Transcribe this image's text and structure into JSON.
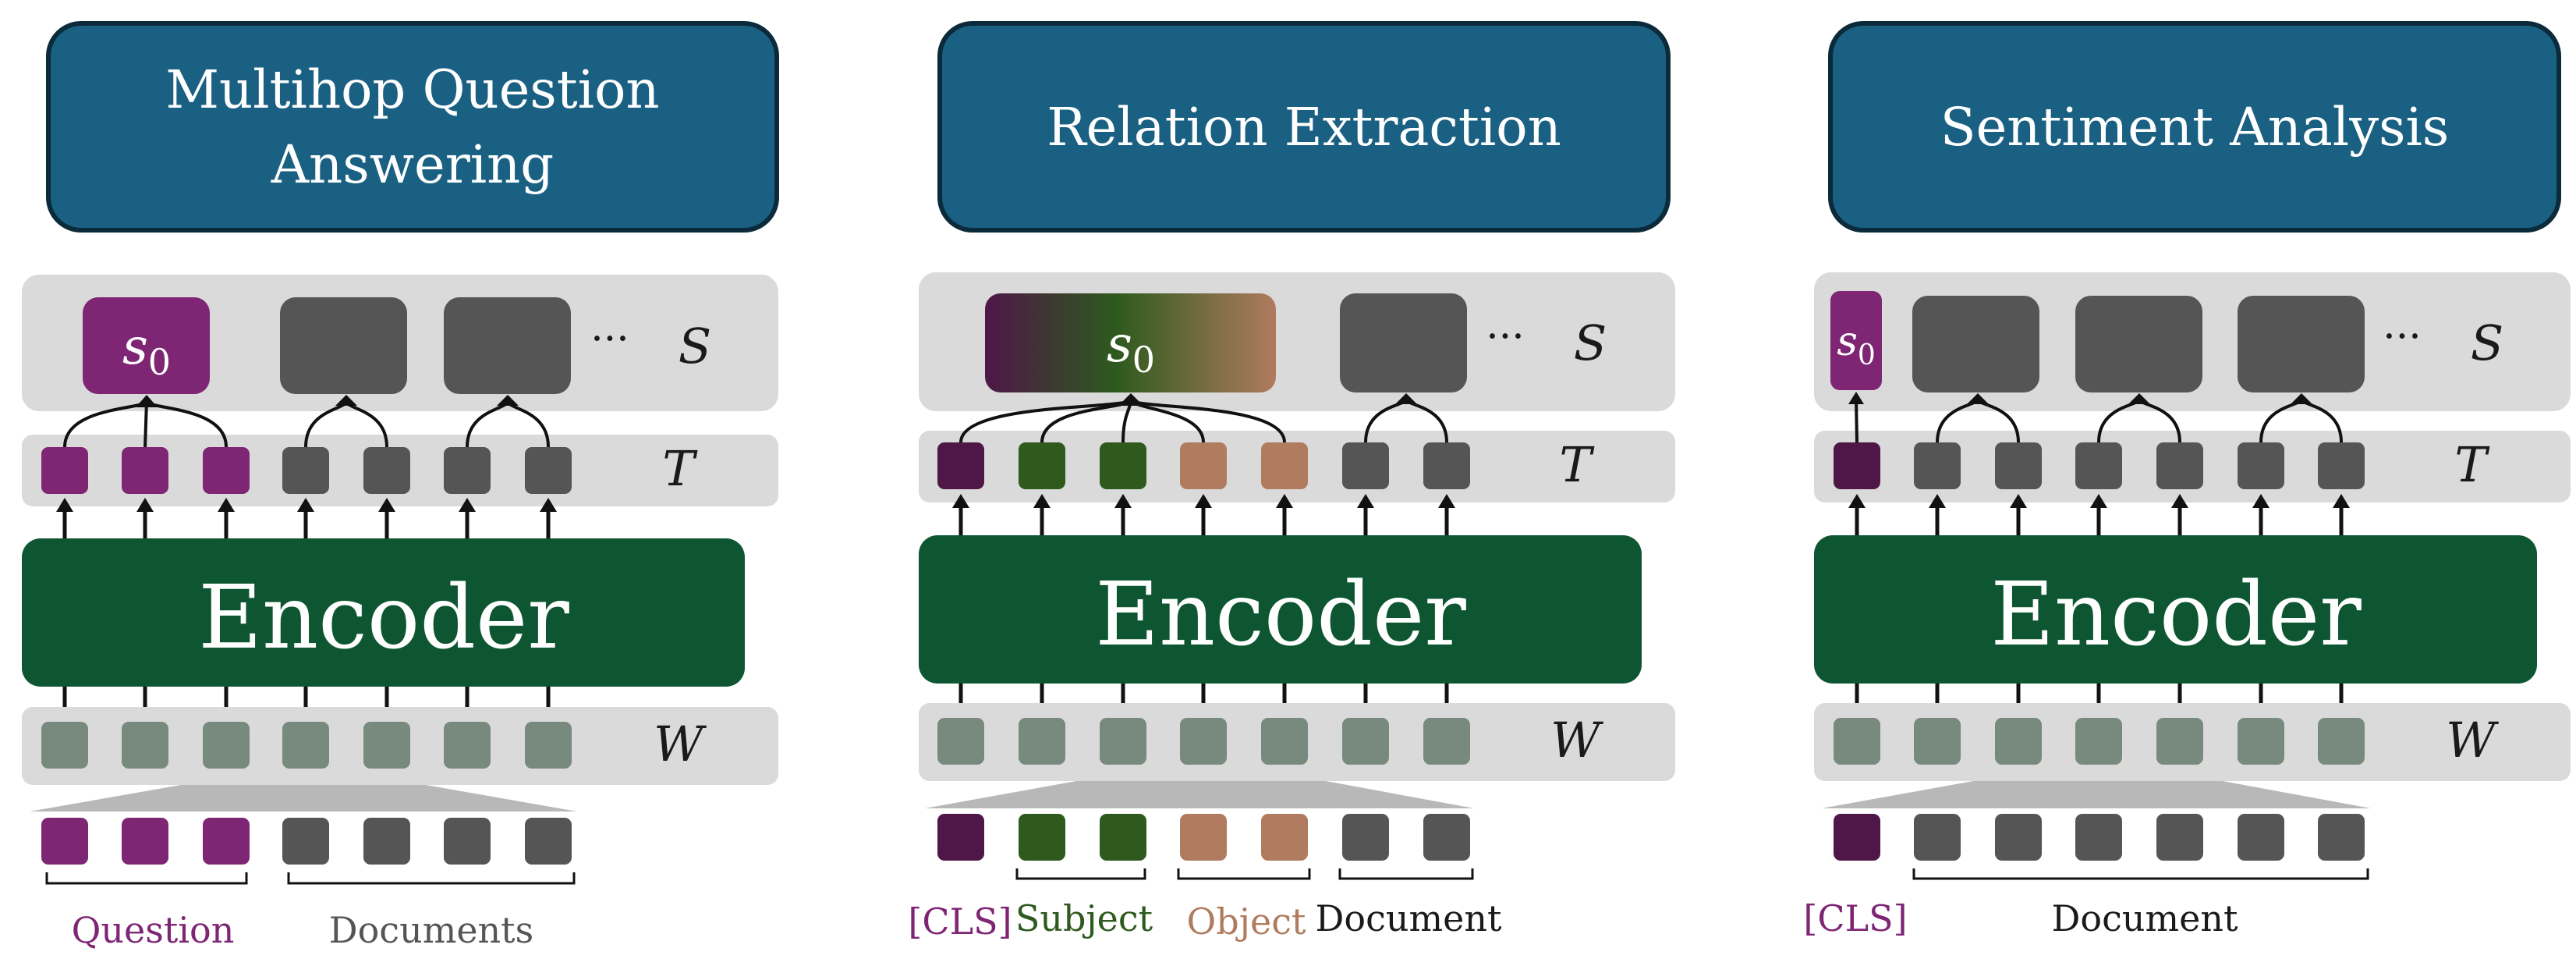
{
  "colors": {
    "title_box": "#1a6082",
    "encoder": "#0d5631",
    "row_bg": "#dadada",
    "token_dark": "#555555",
    "word_token": "#788a7d",
    "purple": "#7e2574",
    "cls": "#4e1748",
    "subject": "#2e5a1e",
    "object": "#b07b5e"
  },
  "labels": {
    "encoder": "Encoder",
    "s_label": "S",
    "t_label": "T",
    "w_label": "W",
    "ellipsis": "···",
    "s0_main": "s",
    "s0_sub": "0"
  },
  "panels": [
    {
      "id": "multihop",
      "title_lines": [
        "Multihop Question",
        "Answering"
      ],
      "groups": [
        {
          "text": "Question",
          "color": "#7e2574"
        },
        {
          "text": "Documents",
          "color": "#555555"
        }
      ]
    },
    {
      "id": "relation",
      "title_lines": [
        "Relation Extraction"
      ],
      "groups": [
        {
          "text": "[CLS]",
          "color": "#7e2574"
        },
        {
          "text": "Subject",
          "color": "#2e5a1e"
        },
        {
          "text": "Object",
          "color": "#b07b5e"
        },
        {
          "text": "Document",
          "color": "#1a1a1a"
        }
      ]
    },
    {
      "id": "sentiment",
      "title_lines": [
        "Sentiment Analysis"
      ],
      "groups": [
        {
          "text": "[CLS]",
          "color": "#7e2574"
        },
        {
          "text": "Document",
          "color": "#1a1a1a"
        }
      ]
    }
  ]
}
